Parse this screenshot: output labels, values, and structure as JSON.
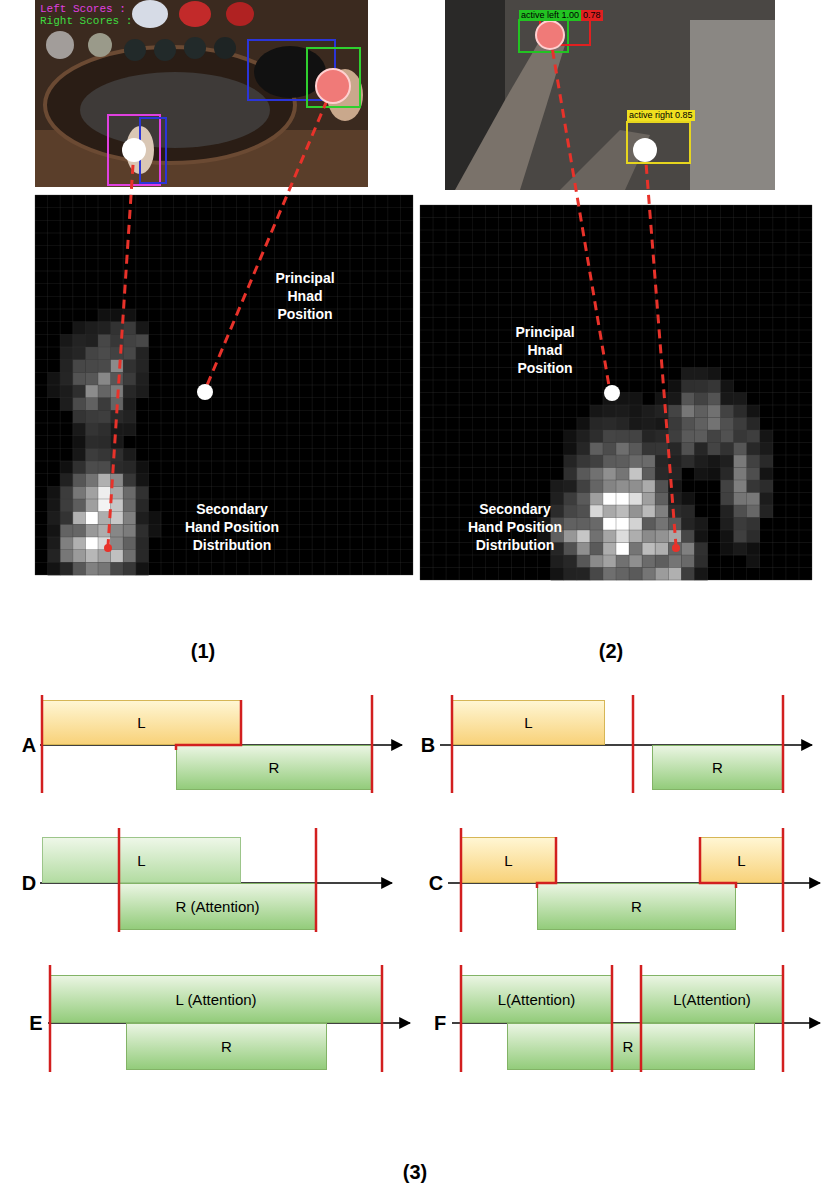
{
  "diagram": {
    "nodes": [
      {
        "text": [
          "L"
        ]
      },
      {
        "text": [
          "R"
        ]
      },
      {
        "text": [
          "L"
        ]
      },
      {
        "text": [
          "R"
        ]
      },
      {
        "text": [
          "L"
        ]
      },
      {
        "text": [
          "R (Attention)"
        ]
      },
      {
        "text": [
          "L"
        ]
      },
      {
        "text": [
          "R"
        ]
      },
      {
        "text": [
          "L"
        ]
      },
      {
        "text": [
          "L (Attention)"
        ]
      },
      {
        "text": [
          "R"
        ]
      },
      {
        "text": [
          "L(Attention)"
        ]
      },
      {
        "text": [
          "R"
        ]
      },
      {
        "text": [
          "L(Attention)"
        ]
      }
    ],
    "labels": [
      "Left Scores :",
      "Right Scores :",
      "Principal Hnad Position",
      "Secondary Hand Position Distribution",
      "active left 1.00",
      "0.78",
      "active right 0.85",
      "Principal Hnad Position",
      "Secondary Hand Position Distribution",
      "(1)",
      "(2)",
      "A",
      "B",
      "D",
      "C",
      "E",
      "F",
      "(3)"
    ]
  }
}
